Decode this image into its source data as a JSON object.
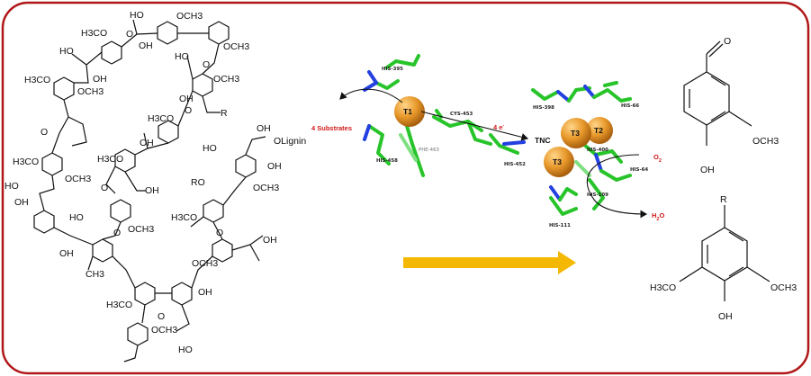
{
  "lignin": {
    "methoxy_groups": [
      "H3CO",
      "OCH3",
      "H3CO",
      "OCH3",
      "H3CO",
      "OCH3",
      "OCH3",
      "H3CO",
      "OCH3",
      "H3CO",
      "OCH3",
      "OCH3",
      "H3CO",
      "OCH3",
      "H3CO",
      "OCH3"
    ],
    "hydroxyl_groups": [
      "HO",
      "OH",
      "OH",
      "HO",
      "OH",
      "HO",
      "OH",
      "OH",
      "HO",
      "OH",
      "OH",
      "HO",
      "OH",
      "HO",
      "OH",
      "OH",
      "HO",
      "OH"
    ],
    "oxygen_labels": [
      "O",
      "O",
      "O",
      "O",
      "O",
      "O",
      "O",
      "O"
    ],
    "R_labels": [
      "R",
      "RO"
    ],
    "lignin_label": "OLignin",
    "methyl": "CH3"
  },
  "enzyme": {
    "residues": [
      "HIS-395",
      "PHE-463",
      "HIS-458",
      "CYS-453",
      "HIS-452",
      "HIS-398",
      "HIS-66",
      "HIS-400",
      "HIS-64",
      "HIS-109",
      "HIS-111"
    ],
    "copper_sites": [
      "T1",
      "T2",
      "T3",
      "T3"
    ],
    "substrates_label": "4 Substrates",
    "electron_label": "4 e",
    "electron_sup": "-",
    "tnc_label": "TNC",
    "o2_label": "O",
    "o2_sub": "2",
    "h2o_label": "H",
    "h2o_sub": "2",
    "h2o_tail": "O"
  },
  "products": {
    "vanillin": {
      "aldehyde_o": "O",
      "methoxy": "OCH3",
      "hydroxyl": "OH"
    },
    "syringyl": {
      "r_group": "R",
      "left_methoxy": "H3CO",
      "right_methoxy": "OCH3",
      "hydroxyl": "OH"
    }
  },
  "colors": {
    "frame": "#b01818",
    "arrow": "#f5b800",
    "copper": "#e8992b",
    "carbon": "#27c42a",
    "nitrogen": "#2340e0",
    "label_red": "#d01818"
  }
}
